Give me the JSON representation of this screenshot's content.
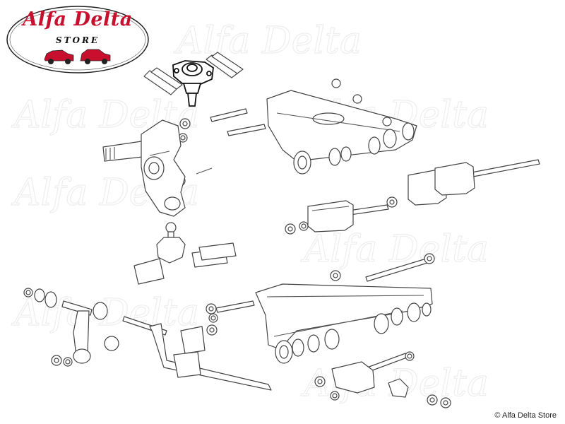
{
  "logo": {
    "title": "Alfa Delta",
    "subtitle": "STORE"
  },
  "watermark": "Alfa Delta",
  "copyright": "© Alfa Delta Store",
  "colors": {
    "brand_red": "#c8102e",
    "line": "#444444",
    "watermark": "#eeeeee"
  }
}
